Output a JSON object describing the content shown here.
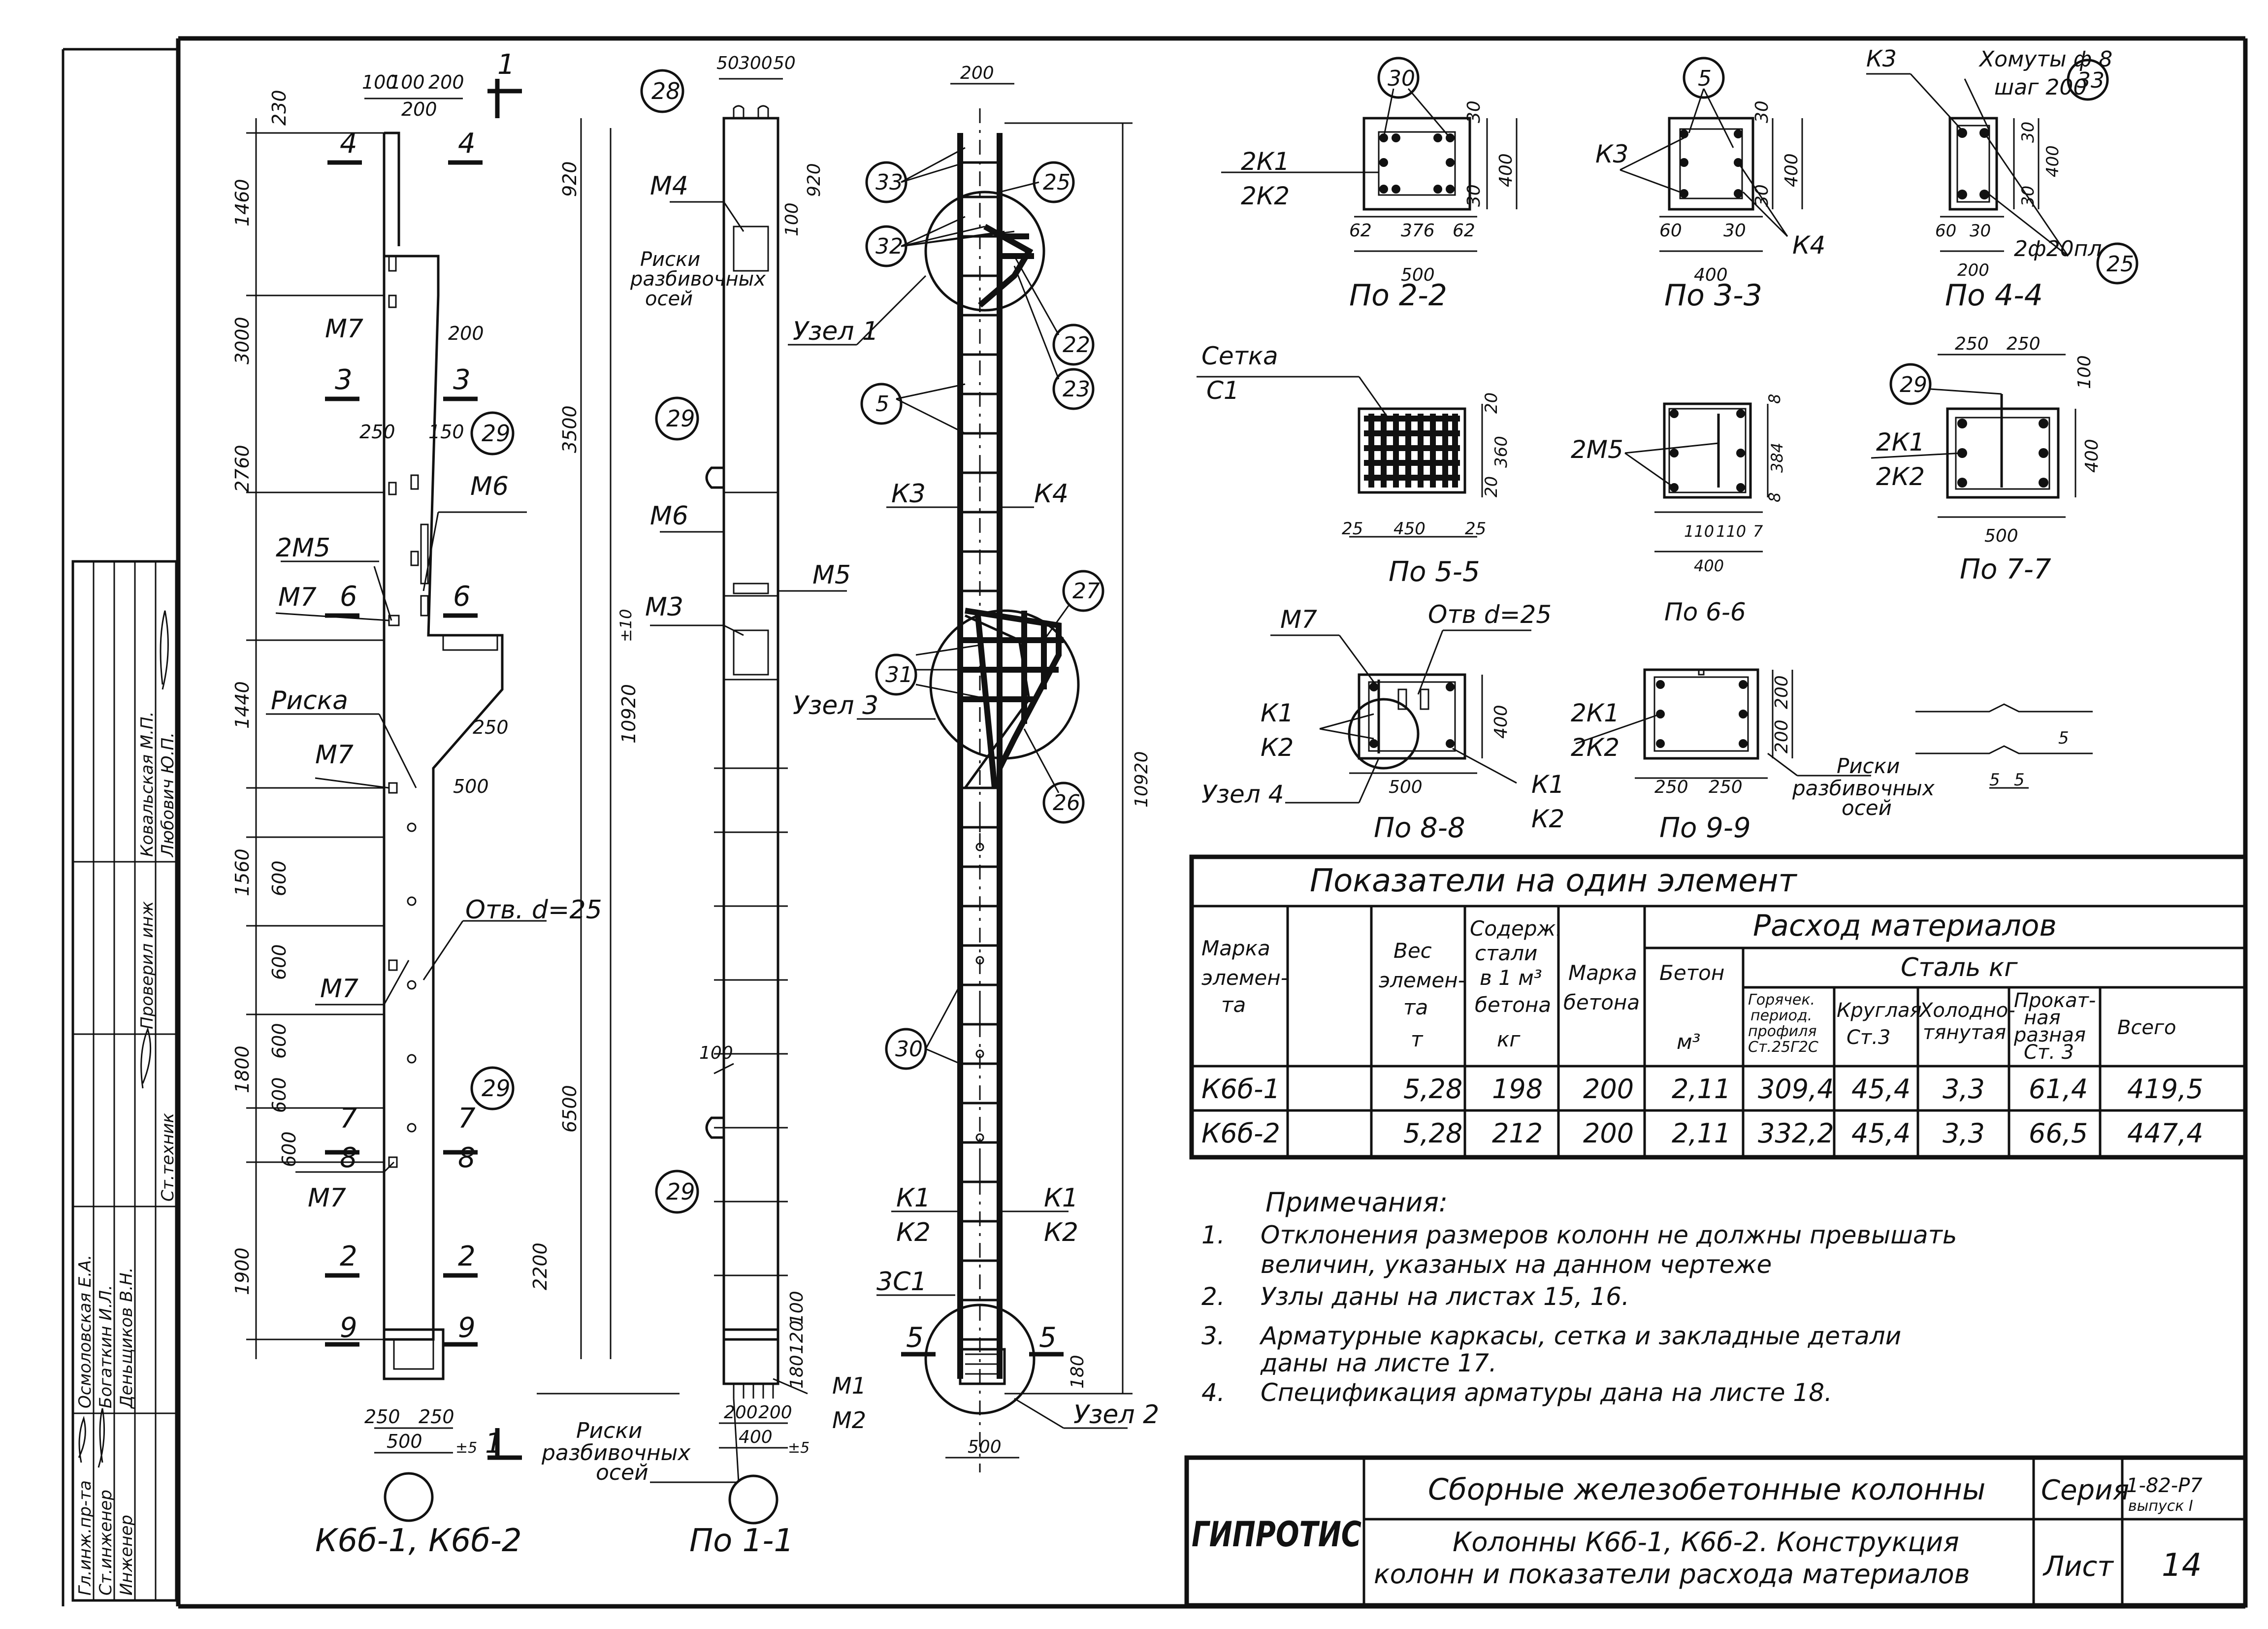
{
  "stamp": {
    "rows": [
      {
        "role": "Гл.инж.пр-та",
        "name": "Осмоловская Е.А."
      },
      {
        "role": "Ст.инженер",
        "name": "Богаткин И.Л."
      },
      {
        "role": "Инженер",
        "name": "Деньщиков В.Н."
      },
      {
        "role": "Проверил инж",
        "name": "Ковальская М.П."
      },
      {
        "role": "Ст.техник",
        "name": "Любович Ю.П."
      }
    ]
  },
  "views": {
    "elevation": {
      "title": "К6б-1, К6б-2",
      "dims_vertical_left": [
        "230",
        "1460",
        "3000",
        "2760",
        "1440",
        "1560",
        "600",
        "600",
        "600",
        "1800",
        "600",
        "600",
        "1900"
      ],
      "dims_right": [
        "920",
        "3500",
        "10920",
        "6500",
        "2200"
      ],
      "dims_top": [
        "100",
        "100",
        "200",
        "200"
      ],
      "dims_bottom": [
        "250",
        "250",
        "500"
      ],
      "labels": {
        "m7": "М7",
        "m6": "М6",
        "two_m5": "2М5",
        "riska": "Риска",
        "opening": "Отв. d=25",
        "risks": "Риски разбивочных осей",
        "axis_pm10": "±10",
        "axis_pm5": "±5"
      },
      "section_marks": [
        "1",
        "2",
        "3",
        "4",
        "6",
        "7",
        "8",
        "9"
      ]
    },
    "section_1_1": {
      "title": "По 1-1",
      "labels": {
        "m4": "М4",
        "m6": "М6",
        "m3": "М3",
        "m5": "М5",
        "m1": "М1",
        "m2": "М2",
        "risks": "Риски разбивочных осей"
      },
      "dims": [
        "50",
        "300",
        "50",
        "920",
        "100",
        "100",
        "200",
        "200",
        "400",
        "180",
        "120",
        "100"
      ]
    },
    "cage": {
      "labels": {
        "uzel1": "Узел 1",
        "uzel2": "Узел 2",
        "uzel3": "Узел 3",
        "k1": "К1",
        "k2": "К2",
        "k3": "К3",
        "k4": "К4",
        "c1": "3С1"
      },
      "dims": [
        "200",
        "10920",
        "180",
        "500"
      ]
    },
    "callouts": [
      "5",
      "22",
      "23",
      "25",
      "26",
      "27",
      "28",
      "29",
      "30",
      "31",
      "32",
      "33"
    ]
  },
  "sections": {
    "s22": {
      "title": "По 2-2",
      "labels": [
        "2К1",
        "2К2"
      ],
      "dims": [
        "62",
        "376",
        "62",
        "500",
        "30",
        "400",
        "30"
      ]
    },
    "s33": {
      "title": "По 3-3",
      "labels": [
        "К3",
        "К4"
      ],
      "dims": [
        "60",
        "30",
        "400",
        "30",
        "400",
        "30"
      ]
    },
    "s44": {
      "title": "По 4-4",
      "labels": [
        "К3",
        "Хомуты ф 8",
        "шаг 200",
        "2ф20пл"
      ],
      "dims": [
        "60",
        "30",
        "200",
        "30",
        "400",
        "30"
      ]
    },
    "s55": {
      "title": "По 5-5",
      "labels": [
        "Сетка",
        "С1"
      ],
      "dims": [
        "25",
        "450",
        "25",
        "20",
        "360",
        "20"
      ]
    },
    "s66": {
      "title": "По 6-6",
      "labels": [
        "2М5"
      ],
      "dims": [
        "110",
        "110",
        "7",
        "400",
        "8",
        "384",
        "8"
      ]
    },
    "s77": {
      "title": "По 7-7",
      "labels": [
        "2К1",
        "2К2"
      ],
      "dims": [
        "250",
        "250",
        "100",
        "400",
        "500"
      ]
    },
    "s88": {
      "title": "По 8-8",
      "labels": [
        "М7",
        "Отв d=25",
        "К1",
        "К2",
        "К1",
        "К2",
        "Узел 4"
      ],
      "dims": [
        "500",
        "400"
      ]
    },
    "s99": {
      "title": "По 9-9",
      "labels": [
        "2К1",
        "2К2",
        "Риски разбивочных осей"
      ],
      "dims": [
        "250",
        "250",
        "200",
        "200"
      ]
    },
    "detail_dims": [
      "5",
      "5",
      "5"
    ]
  },
  "table": {
    "title": "Показатели на один элемент",
    "head": {
      "marka": "Марка элемен-та",
      "ves": "Вес элемен-та т",
      "soderzh": "Содерж. стали в 1 м³ бетона кг",
      "marka_betona": "Марка бетона",
      "rashod": "Расход материалов",
      "beton": "Бетон м³",
      "stal": "Сталь кг",
      "col_gor": "Горячек. период. профиля Ст.25Г2С",
      "col_krug": "Круглая Ст.3",
      "col_hol": "Холоднотянутая",
      "col_prok": "Прокатная разная Ст. 3",
      "col_vsego": "Всего"
    },
    "rows": [
      [
        "К6б-1",
        "",
        "5,28",
        "198",
        "200",
        "2,11",
        "309,4",
        "45,4",
        "3,3",
        "61,4",
        "419,5"
      ],
      [
        "К6б-2",
        "",
        "5,28",
        "212",
        "200",
        "2,11",
        "332,2",
        "45,4",
        "3,3",
        "66,5",
        "447,4"
      ]
    ]
  },
  "notes": {
    "heading": "Примечания:",
    "items": [
      {
        "n": "1.",
        "text": "Отклонения размеров колонн не должны превышать величин, указаных на данном чертеже"
      },
      {
        "n": "2.",
        "text": "Узлы даны на листах 15, 16."
      },
      {
        "n": "3.",
        "text": "Арматурные каркасы, сетка и закладные детали даны на листе 17."
      },
      {
        "n": "4.",
        "text": "Спецификация арматуры дана на листе 18."
      }
    ]
  },
  "titleblock": {
    "org": "ГИПРОТИС",
    "title1": "Сборные железобетонные колонны",
    "title2": "Колонны К6б-1, К6б-2. Конструкция колонн и показатели расхода материалов",
    "seria_label": "Серия",
    "seria_value": "1-82-Р7",
    "vypusk": "выпуск I",
    "list_label": "Лист",
    "list_value": "14"
  }
}
